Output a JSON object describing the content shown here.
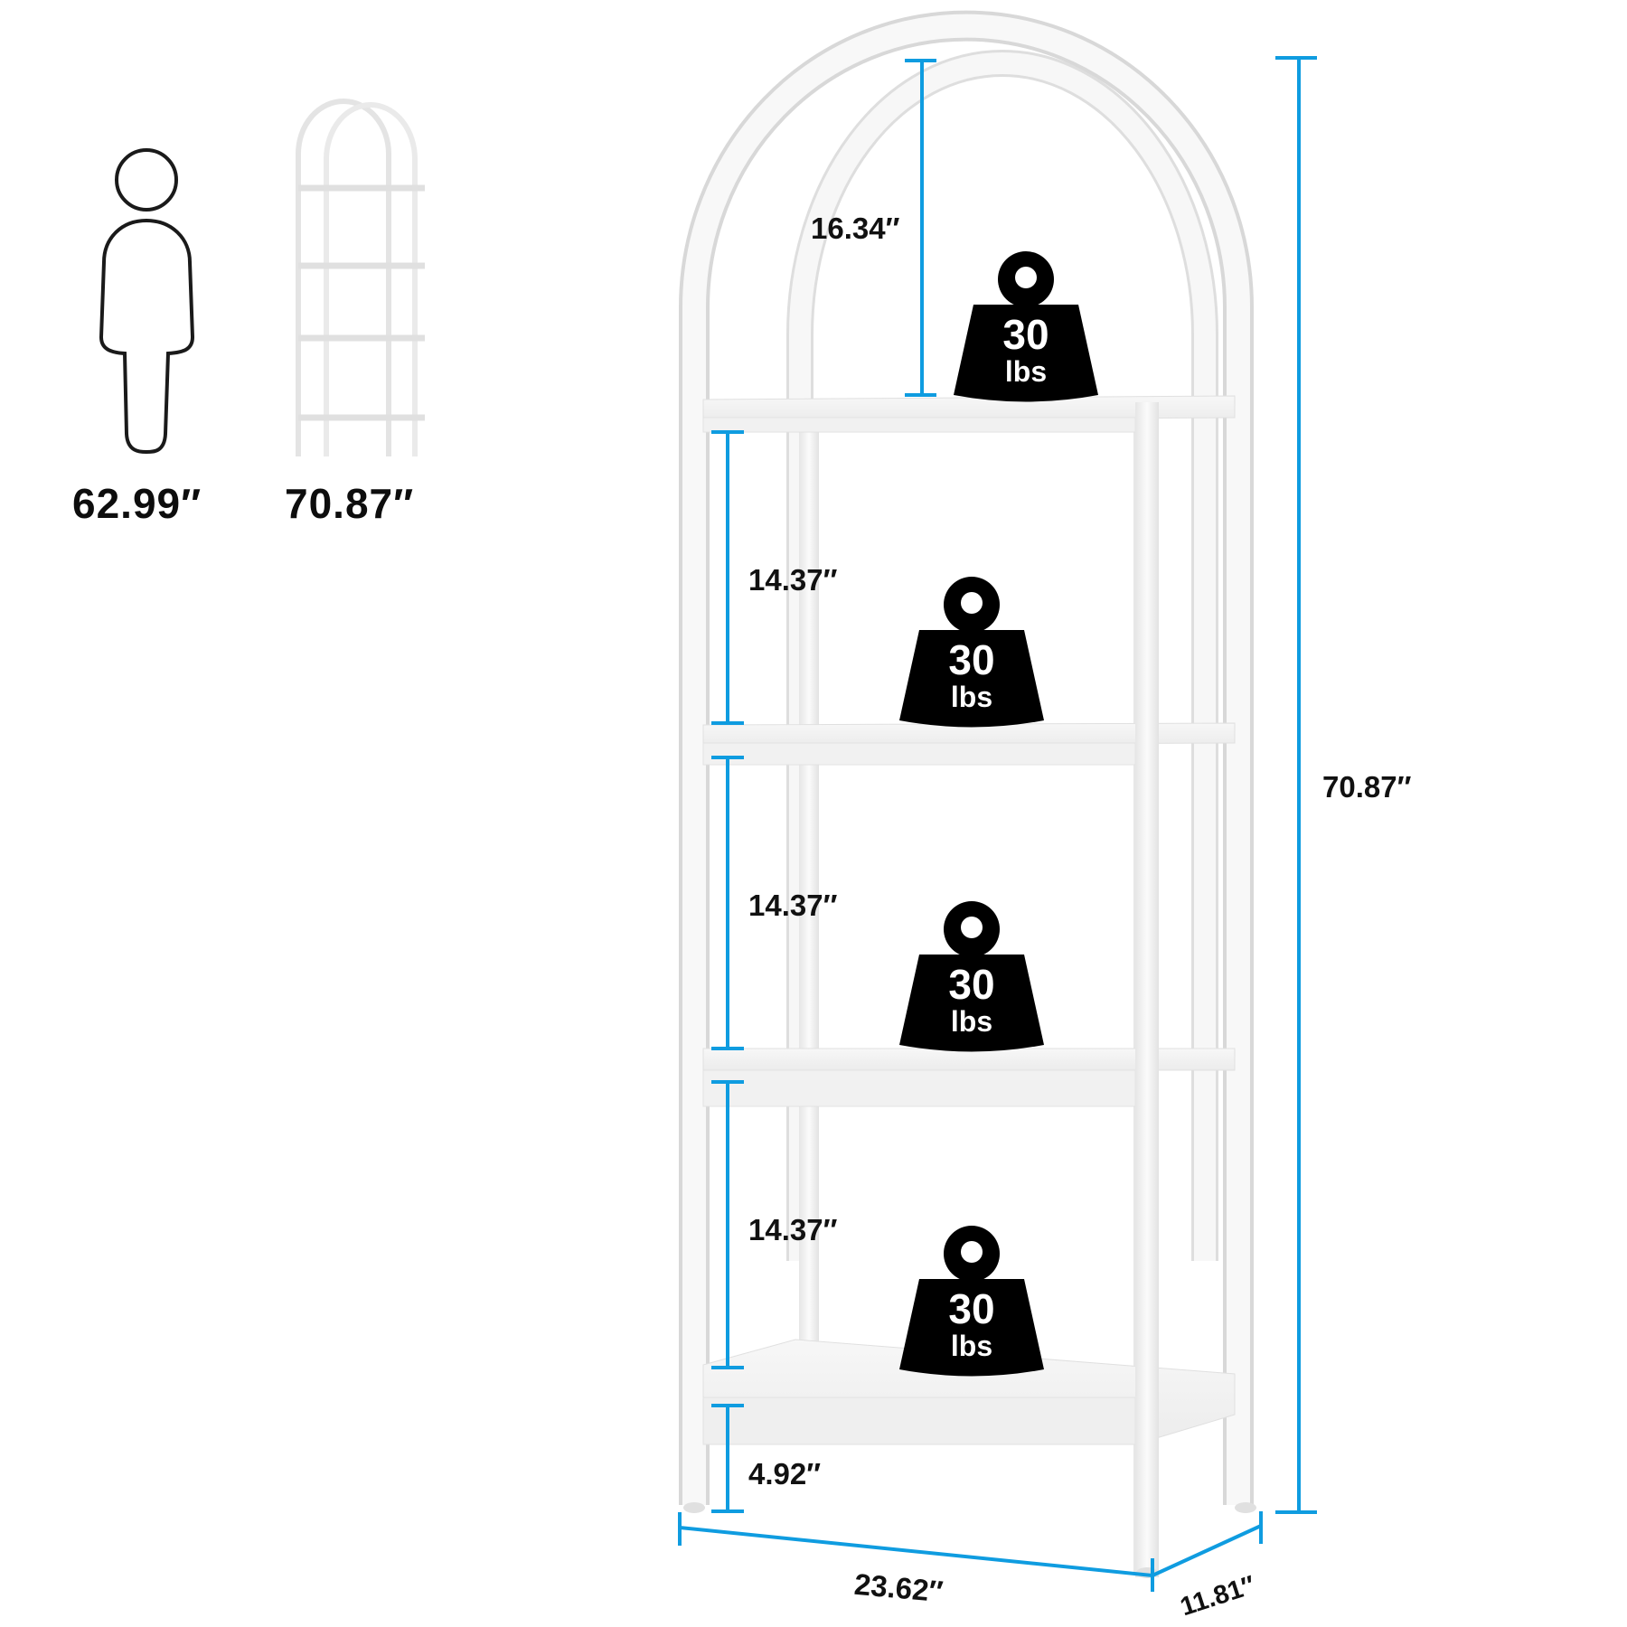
{
  "comparison": {
    "person_height": "62.99″",
    "shelf_height": "70.87″"
  },
  "dimensions": {
    "total_height": "70.87″",
    "top_arch_clearance": "16.34″",
    "shelf_gaps": [
      "14.37″",
      "14.37″",
      "14.37″"
    ],
    "bottom_clearance": "4.92″",
    "width": "23.62″",
    "depth": "11.81″"
  },
  "weights": [
    {
      "value": "30",
      "unit": "lbs"
    },
    {
      "value": "30",
      "unit": "lbs"
    },
    {
      "value": "30",
      "unit": "lbs"
    },
    {
      "value": "30",
      "unit": "lbs"
    }
  ],
  "colors": {
    "dimension_line": "#0f9ce0",
    "weight_icon": "#000000",
    "frame": "#f4f4f4",
    "frame_shadow": "#d9d9d9",
    "text": "#0d0d0d"
  }
}
